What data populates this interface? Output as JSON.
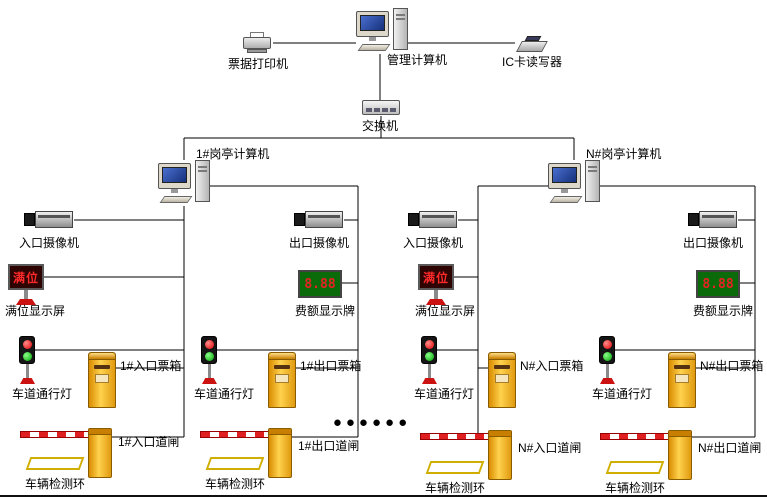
{
  "diagram": {
    "top": {
      "printer": "票据打印机",
      "management_pc": "管理计算机",
      "ic_reader": "IC卡读写器",
      "switch": "交换机"
    },
    "booths": {
      "booth1": "1#岗亭计算机",
      "boothN": "N#岗亭计算机"
    },
    "lanes": [
      {
        "camera": "入口摄像机",
        "display": "满位显示屏",
        "display_value": "满位",
        "light": "车道通行灯",
        "ticket_box": "1#入口票箱",
        "gate": "1#入口道闸",
        "loop": "车辆检测环"
      },
      {
        "camera": "出口摄像机",
        "display": "费额显示牌",
        "display_value": "8.88",
        "light": "车道通行灯",
        "ticket_box": "1#出口票箱",
        "gate": "1#出口道闸",
        "loop": "车辆检测环"
      },
      {
        "camera": "入口摄像机",
        "display": "满位显示屏",
        "display_value": "满位",
        "light": "车道通行灯",
        "ticket_box": "N#入口票箱",
        "gate": "N#入口道闸",
        "loop": "车辆检测环"
      },
      {
        "camera": "出口摄像机",
        "display": "费额显示牌",
        "display_value": "8.88",
        "light": "车道通行灯",
        "ticket_box": "N#出口票箱",
        "gate": "N#出口道闸",
        "loop": "车辆检测环"
      }
    ],
    "ellipsis": "●●●●●●",
    "colors": {
      "line": "#000000",
      "device_yellow": "#ffd24d",
      "full_sign_red": "#ff2a2a",
      "fee_screen_green": "#0b6b0b",
      "fee_digit_red": "#e82222",
      "barrier_stripe_red": "#e02020"
    }
  }
}
